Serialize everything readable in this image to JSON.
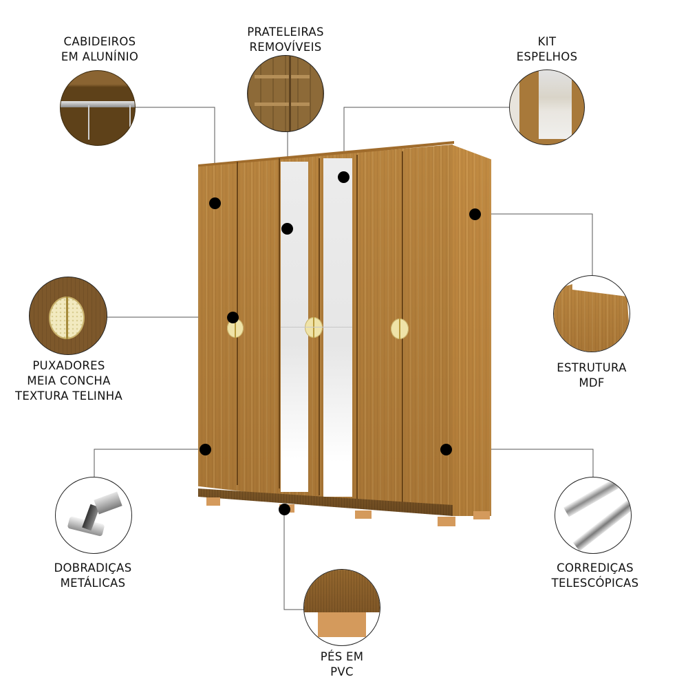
{
  "features": [
    {
      "id": "cabideiros",
      "lines": [
        "CABIDEIROS",
        "EM ALUNÍNIO"
      ],
      "icon": "clothes-rail-icon"
    },
    {
      "id": "prateleiras",
      "lines": [
        "PRATELEIRAS",
        "REMOVÍVEIS"
      ],
      "icon": "shelves-icon"
    },
    {
      "id": "espelhos",
      "lines": [
        "KIT",
        "ESPELHOS"
      ],
      "icon": "mirror-icon"
    },
    {
      "id": "puxadores",
      "lines": [
        "PUXADORES",
        "MEIA CONCHA",
        "TEXTURA TELINHA"
      ],
      "icon": "half-shell-handle-icon"
    },
    {
      "id": "estrutura",
      "lines": [
        "ESTRUTURA",
        "MDF"
      ],
      "icon": "mdf-panel-icon"
    },
    {
      "id": "dobradicas",
      "lines": [
        "DOBRADIÇAS",
        "METÁLICAS"
      ],
      "icon": "metal-hinge-icon"
    },
    {
      "id": "corredicas",
      "lines": [
        "CORREDIÇAS",
        "TELESCÓPICAS"
      ],
      "icon": "telescopic-slide-icon"
    },
    {
      "id": "pes",
      "lines": [
        "PÉS EM",
        "PVC"
      ],
      "icon": "pvc-foot-icon"
    }
  ],
  "colors": {
    "wood": "#b07c3a",
    "wood_dark": "#7a5526",
    "mirror": "#ebebeb",
    "handle": "#efe3a8",
    "foot": "#d49a5c",
    "callout_line": "#555555",
    "dot": "#000000",
    "text": "#111111"
  }
}
